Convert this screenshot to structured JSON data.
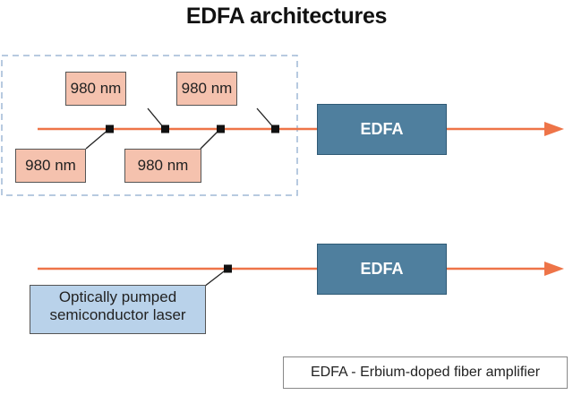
{
  "title": "EDFA architectures",
  "colors": {
    "fiber_line": "#ee7448",
    "amplifier_fill": "#4f7f9e",
    "wavelength_box_fill": "#f5c2ae",
    "pump_box_fill": "#b9d2ea",
    "dashed_outline": "#9fb9d6"
  },
  "top_architecture": {
    "pump_labels": [
      "980 nm",
      "980 nm",
      "980 nm",
      "980 nm"
    ],
    "amplifier_label": "EDFA"
  },
  "bottom_architecture": {
    "pump_label_line1": "Optically pumped",
    "pump_label_line2": "semiconductor laser",
    "amplifier_label": "EDFA"
  },
  "legend": {
    "text": "EDFA - Erbium-doped fiber amplifier"
  }
}
